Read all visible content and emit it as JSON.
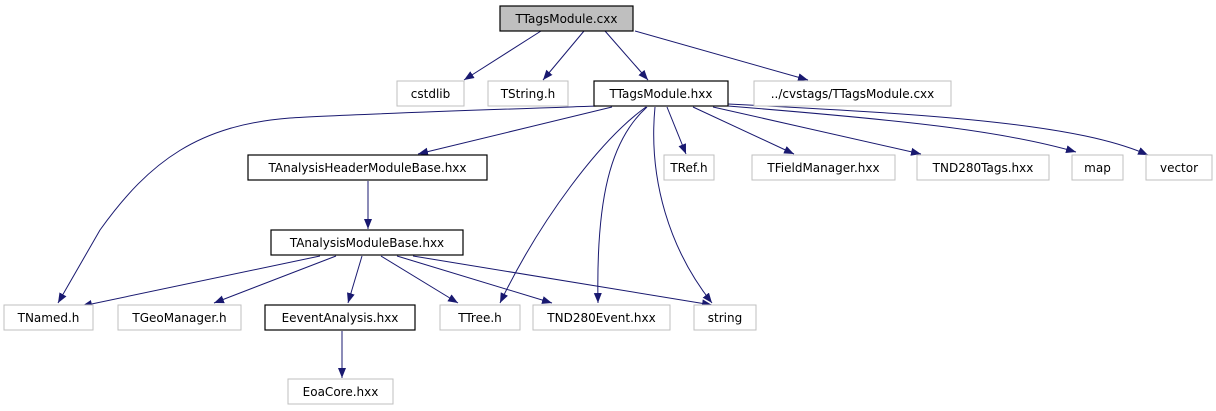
{
  "graph": {
    "root": "TTagsModule.cxx",
    "nodes": {
      "cstdlib": "cstdlib",
      "tstring": "TString.h",
      "ttagsmodule_hxx": "TTagsModule.hxx",
      "cvstags": "../cvstags/TTagsModule.cxx",
      "header_base": "TAnalysisHeaderModuleBase.hxx",
      "tref": "TRef.h",
      "tfieldmanager": "TFieldManager.hxx",
      "tnd280tags": "TND280Tags.hxx",
      "map": "map",
      "vector": "vector",
      "module_base": "TAnalysisModuleBase.hxx",
      "tnamed": "TNamed.h",
      "tgeomanager": "TGeoManager.h",
      "eevent": "EeventAnalysis.hxx",
      "ttree": "TTree.h",
      "tnd280event": "TND280Event.hxx",
      "string": "string",
      "eoacore": "EoaCore.hxx"
    },
    "colors": {
      "edge": "#191970",
      "root_fill": "#bfbfbf",
      "external_border": "#bfbfbf"
    }
  }
}
